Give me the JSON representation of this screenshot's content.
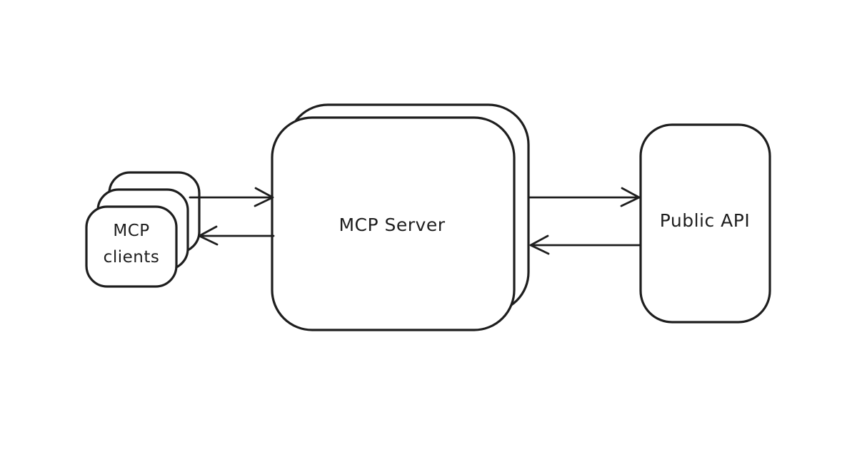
{
  "diagram": {
    "background": "#ffffff",
    "stroke_color": "#1e1e1e",
    "nodes": {
      "clients": {
        "label_line1": "MCP",
        "label_line2": "clients",
        "stacked_cards": 3
      },
      "server": {
        "label": "MCP Server",
        "stacked_cards": 2
      },
      "api": {
        "label": "Public API",
        "stacked_cards": 1
      }
    },
    "edges": [
      {
        "from": "clients",
        "to": "server",
        "direction": "right"
      },
      {
        "from": "server",
        "to": "clients",
        "direction": "left"
      },
      {
        "from": "server",
        "to": "api",
        "direction": "right"
      },
      {
        "from": "api",
        "to": "server",
        "direction": "left"
      }
    ]
  }
}
